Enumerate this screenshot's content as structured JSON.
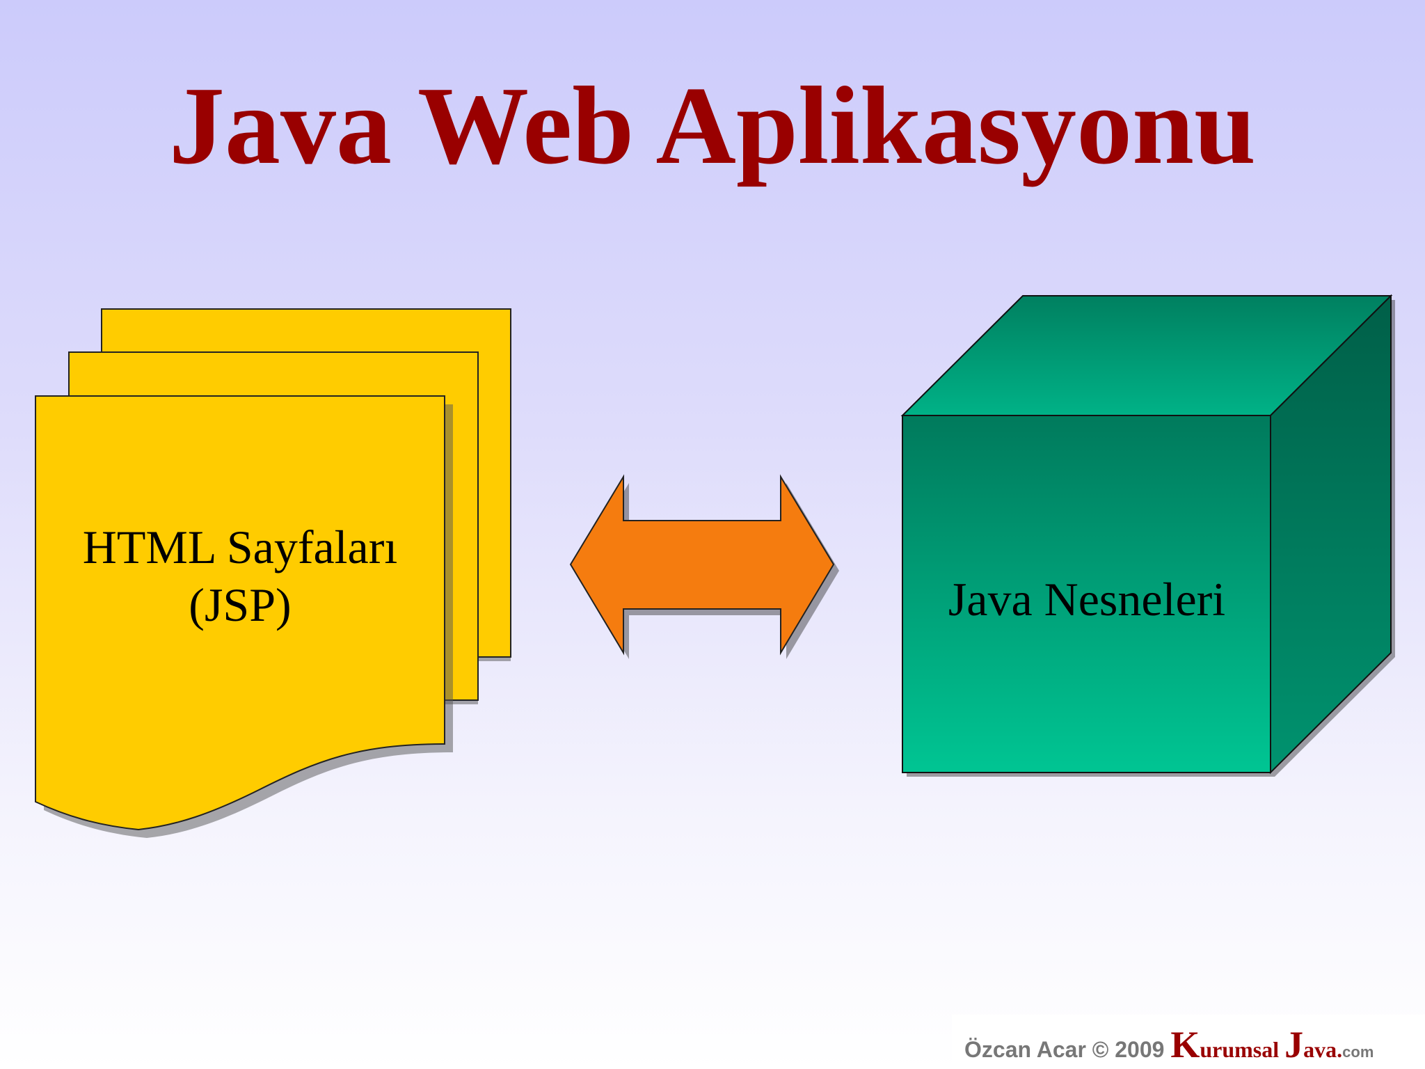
{
  "slide": {
    "title": "Java Web Aplikasyonu",
    "documents": {
      "line1": "HTML Sayfaları",
      "line2": "(JSP)",
      "fill_color": "#ffcc00"
    },
    "arrow": {
      "fill_color": "#f57c0f"
    },
    "cube": {
      "label": "Java Nesneleri",
      "front_color": "#009a72",
      "top_color": "#00a07a",
      "side_color": "#006a50"
    },
    "colors": {
      "title": "#990000"
    }
  },
  "footer": {
    "author": "Özcan Acar © 2009 ",
    "brand_k": "K",
    "brand_rest1": "urumsal ",
    "brand_j": "J",
    "brand_rest2": "ava.",
    "brand_com": "com"
  }
}
